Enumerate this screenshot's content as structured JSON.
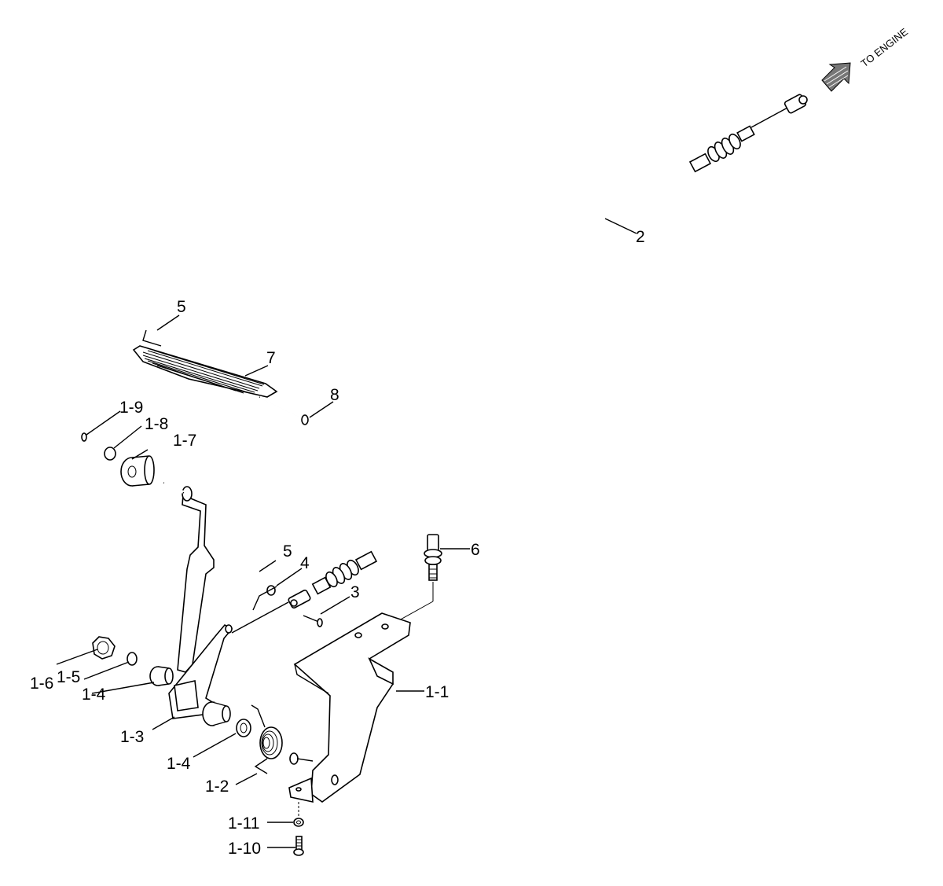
{
  "direction_label": "TO ENGINE",
  "callouts": {
    "c2": "2",
    "c3": "3",
    "c4": "4",
    "c5_top": "5",
    "c5_mid": "5",
    "c6": "6",
    "c7": "7",
    "c8": "8",
    "c1_1": "1-1",
    "c1_2": "1-2",
    "c1_3": "1-3",
    "c1_4_a": "1-4",
    "c1_4_b": "1-4",
    "c1_5": "1-5",
    "c1_6": "1-6",
    "c1_7": "1-7",
    "c1_8": "1-8",
    "c1_9": "1-9",
    "c1_10": "1-10",
    "c1_11": "1-11"
  },
  "icons": {
    "direction_arrow": "arrow-up-right-icon"
  }
}
